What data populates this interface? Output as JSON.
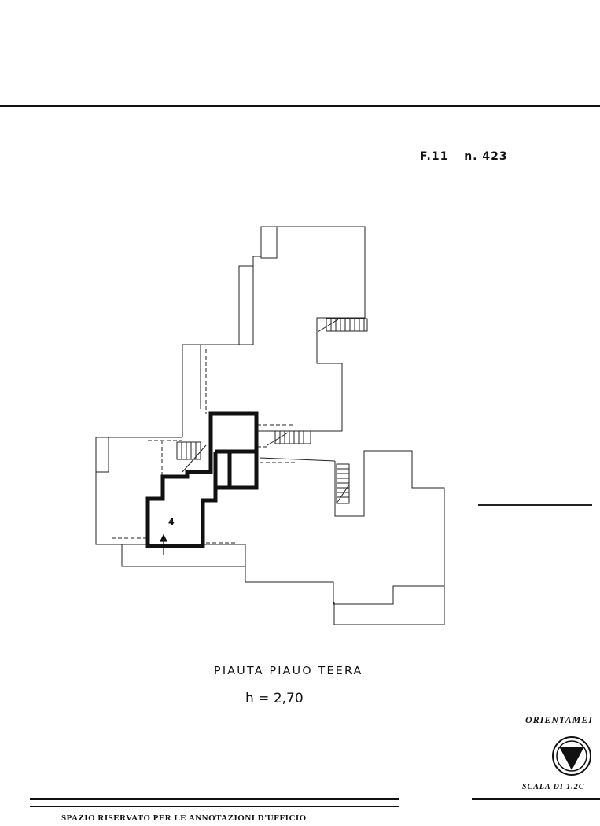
{
  "sheet": {
    "foglio": "F.11",
    "numero": "n. 423"
  },
  "plan": {
    "caption": "PIAUTA PIAUO TEERA",
    "height_note": "h = 2,70",
    "unit_label": "4"
  },
  "legend": {
    "orientation_label": "ORIENTAMEI",
    "scale_label": "SCALA DI 1.2C"
  },
  "footer": {
    "office_note": "SPAZIO RISERVATO PER LE ANNOTAZIONI D'UFFICIO"
  }
}
